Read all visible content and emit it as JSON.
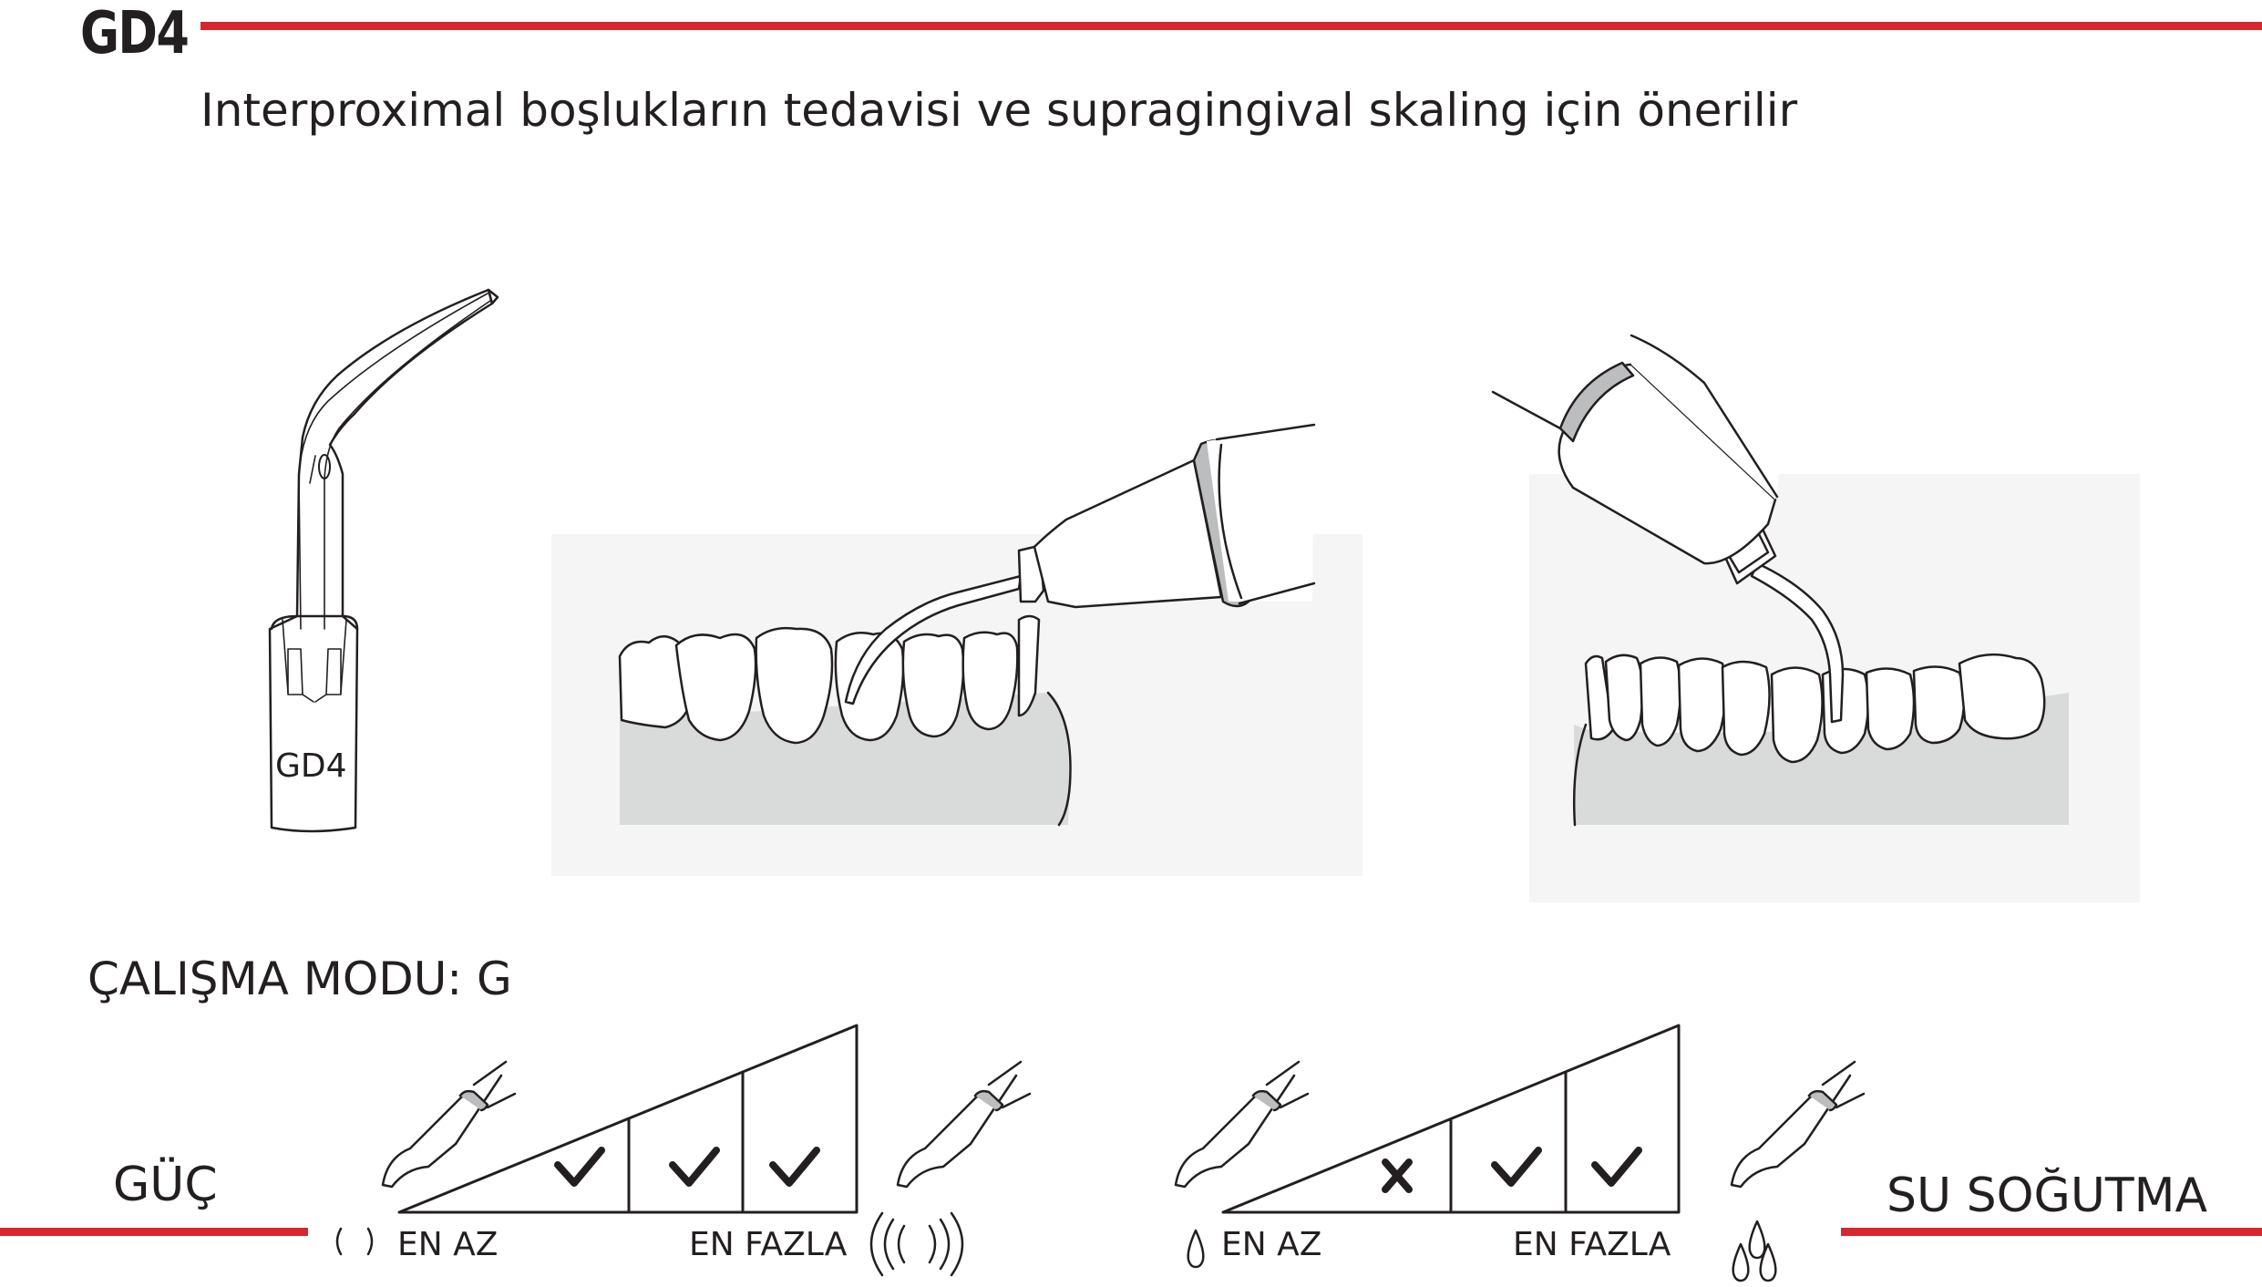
{
  "header": {
    "model": "GD4",
    "description": "Interproximal boşlukların tedavisi ve supragingival skaling için önerilir"
  },
  "tip": {
    "engraving": "GD4"
  },
  "operating_mode": {
    "label": "ÇALIŞMA MODU: G"
  },
  "power": {
    "label": "GÜÇ",
    "min_label": "EN AZ",
    "max_label": "EN FAZLA",
    "levels": [
      "check",
      "check",
      "check"
    ]
  },
  "water_cooling": {
    "label": "SU SOĞUTMA",
    "min_label": "EN AZ",
    "max_label": "EN FAZLA",
    "levels": [
      "cross",
      "check",
      "check"
    ]
  },
  "colors": {
    "accent": "#d7272e",
    "gum": "#d9dada",
    "ink": "#231f20"
  },
  "icons": [
    "handpiece-icon",
    "vibration-low-icon",
    "vibration-high-icon",
    "drop-icon",
    "drops-icon",
    "check-icon",
    "cross-icon"
  ]
}
